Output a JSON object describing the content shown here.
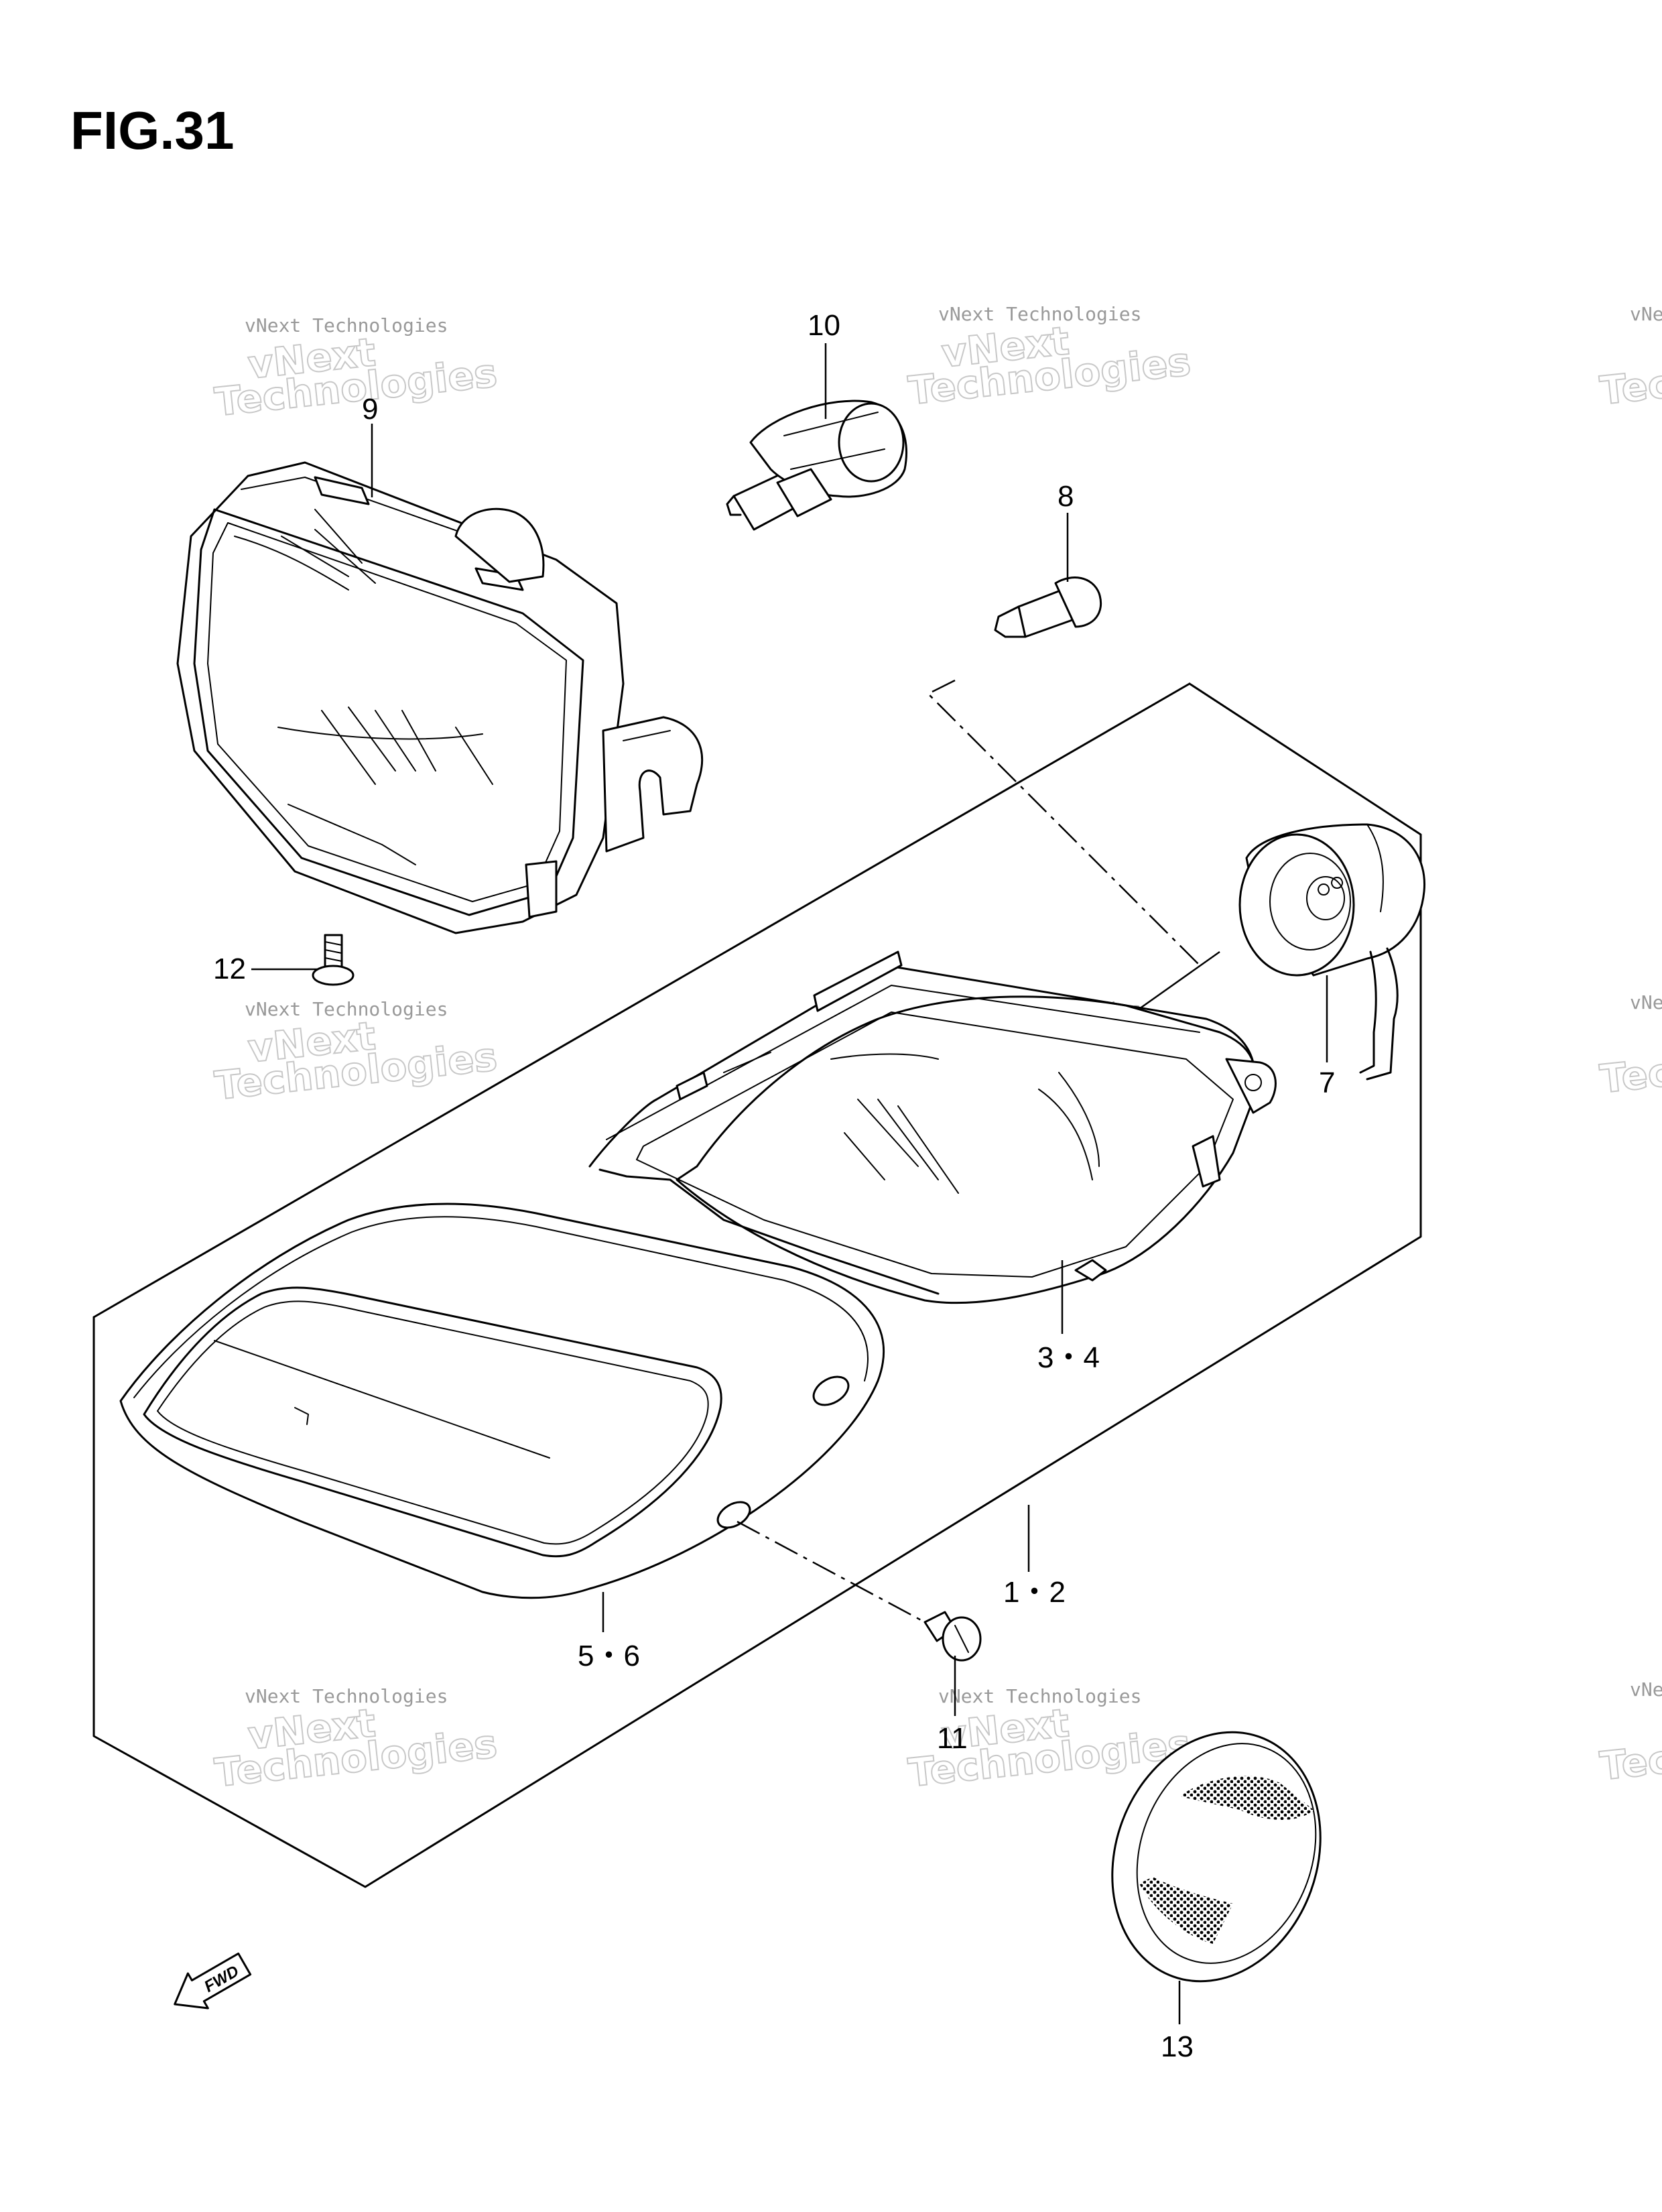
{
  "figure": {
    "title": "FIG.31"
  },
  "callouts": [
    {
      "id": "label-9",
      "text": "9"
    },
    {
      "id": "label-10",
      "text": "10"
    },
    {
      "id": "label-8",
      "text": "8"
    },
    {
      "id": "label-12",
      "text": "12"
    },
    {
      "id": "label-7",
      "text": "7"
    },
    {
      "id": "label-3-4",
      "text": "3・4"
    },
    {
      "id": "label-1-2",
      "text": "1・2"
    },
    {
      "id": "label-5-6",
      "text": "5・6"
    },
    {
      "id": "label-11",
      "text": "11"
    },
    {
      "id": "label-13",
      "text": "13"
    }
  ],
  "fwd_symbol": {
    "text": "FWD",
    "icon": "fwd-arrow-icon"
  },
  "watermark": {
    "line1": "vNext Technologies",
    "line2a": "vNext",
    "line2b": "Technologies"
  }
}
